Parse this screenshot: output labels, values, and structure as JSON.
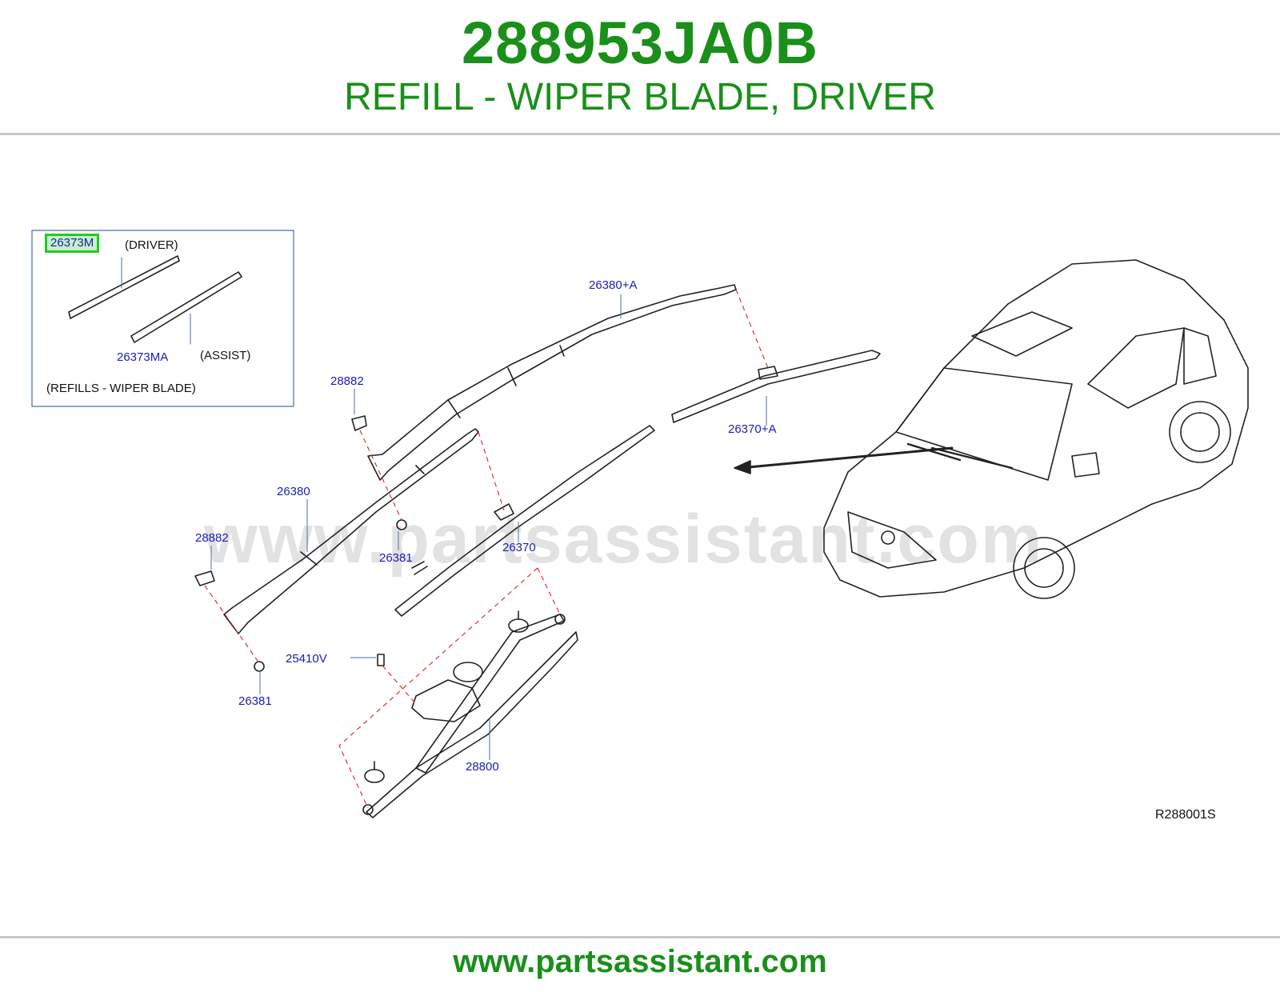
{
  "header": {
    "part_number": "288953JA0B",
    "description": "REFILL - WIPER BLADE, DRIVER"
  },
  "diagram": {
    "inset": {
      "highlight_label": "26373M",
      "driver": "(DRIVER)",
      "assist_label": "26373MA",
      "assist": "(ASSIST)",
      "caption": "(REFILLS   -   WIPER   BLADE)"
    },
    "callouts": {
      "arm_assist": "26380+A",
      "blade_assist": "26370+A",
      "cap_upper": "28882",
      "arm_driver": "26380",
      "cap_lower": "28882",
      "nut_upper": "26381",
      "blade_driver": "26370",
      "bolt": "25410V",
      "nut_lower": "26381",
      "linkage": "28800"
    },
    "ref_code": "R288001S",
    "watermark": "www.partsassistant.com"
  },
  "footer": {
    "url": "www.partsassistant.com"
  },
  "colors": {
    "brand_green": "#1a8f1a",
    "callout_blue": "#1c1cb4",
    "highlight": "#22cc22",
    "leader_red": "#e03030"
  }
}
